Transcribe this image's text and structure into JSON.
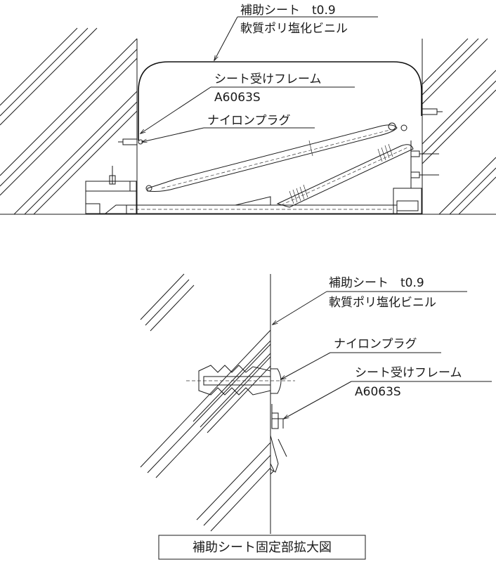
{
  "top_section": {
    "sheet_label_line1": "補助シート　t0.9",
    "sheet_label_line2": "軟質ポリ塩化ビニル",
    "frame_label_line1": "シート受けフレーム",
    "frame_label_line2": "A6063S",
    "plug_label": "ナイロンプラグ"
  },
  "detail_section": {
    "sheet_label_line1": "補助シート　t0.9",
    "sheet_label_line2": "軟質ポリ塩化ビニル",
    "plug_label": "ナイロンプラグ",
    "frame_label_line1": "シート受けフレーム",
    "frame_label_line2": "A6063S"
  },
  "caption": "補助シート固定部拡大図"
}
